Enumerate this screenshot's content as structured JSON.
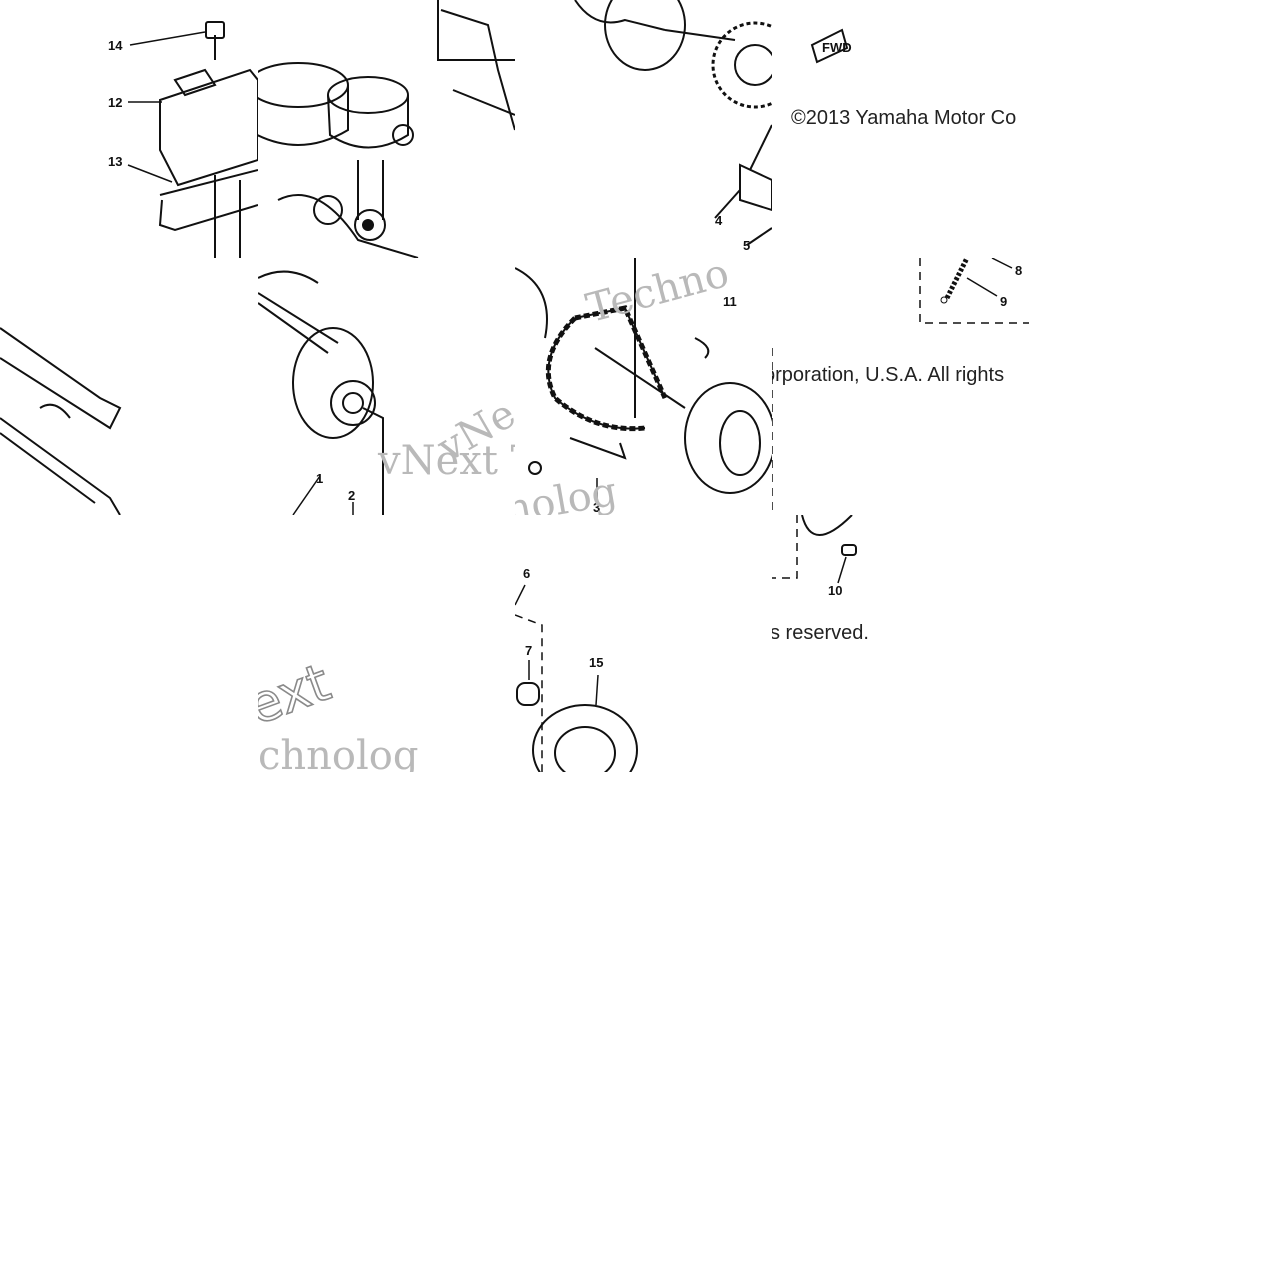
{
  "diagram": {
    "part_callouts": [
      "14",
      "12",
      "13",
      "1",
      "2",
      "3",
      "4",
      "5",
      "6",
      "7",
      "8",
      "9",
      "10",
      "11",
      "15"
    ],
    "direction_tag": "FWD",
    "copyright_segments": [
      "©2013 Yamaha Motor Co",
      "orporation, U.S.A. All rights",
      "s reserved."
    ],
    "watermark_segments": [
      "vNext Te",
      "Techno",
      "ext",
      "chnolog",
      "vNe",
      "nolog"
    ]
  },
  "colors": {
    "background": "#ffffff",
    "line": "#111111",
    "watermark": "#b9b9b9"
  }
}
